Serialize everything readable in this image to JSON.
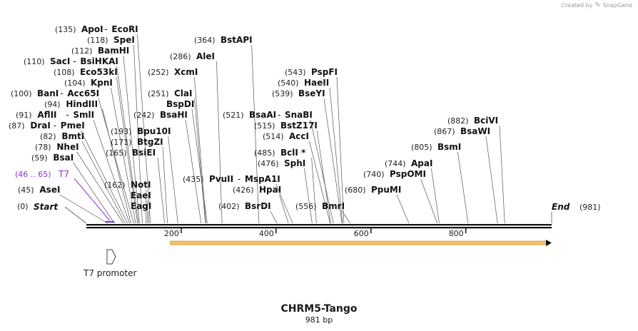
{
  "credit": {
    "prefix": "Created by",
    "brand": "SnapGene"
  },
  "map": {
    "name": "CHRM5-Tango",
    "length_label": "981 bp",
    "total_bp": 981,
    "start": {
      "pos": "(0)",
      "label": "Start"
    },
    "end": {
      "pos": "(981)",
      "label": "End"
    },
    "ruler_ticks": [
      200,
      400,
      600,
      800
    ],
    "colors": {
      "backbone": "#111111",
      "feature_t7": "#8a2be2",
      "orf_fill": "#f5c26b",
      "orf_stroke": "#c58a1c",
      "enzyme": "#111111",
      "number": "#222222",
      "leader": "#555555"
    }
  },
  "features": [
    {
      "name": "T7",
      "range": "(46 .. 65)",
      "start": 46,
      "end": 65,
      "type": "primer"
    },
    {
      "name": "T7 promoter",
      "start": 46,
      "end": 65,
      "type": "promoter"
    },
    {
      "name": "ORF",
      "start": 171,
      "end": 981,
      "type": "orf"
    }
  ],
  "enzymes": [
    {
      "pos": "(45)",
      "site": 45,
      "names": [
        "AseI"
      ]
    },
    {
      "pos": "(59)",
      "site": 59,
      "names": [
        "BsaI"
      ]
    },
    {
      "pos": "(78)",
      "site": 78,
      "names": [
        "NheI"
      ]
    },
    {
      "pos": "(82)",
      "site": 82,
      "names": [
        "BmtI"
      ]
    },
    {
      "pos": "(87)",
      "site": 87,
      "names": [
        "DraI",
        "PmeI"
      ]
    },
    {
      "pos": "(91)",
      "site": 91,
      "names": [
        "AflII",
        "SmlI"
      ]
    },
    {
      "pos": "(94)",
      "site": 94,
      "names": [
        "HindIII"
      ]
    },
    {
      "pos": "(100)",
      "site": 100,
      "names": [
        "BanI",
        "Acc65I"
      ]
    },
    {
      "pos": "(104)",
      "site": 104,
      "names": [
        "KpnI"
      ]
    },
    {
      "pos": "(108)",
      "site": 108,
      "names": [
        "Eco53kI"
      ]
    },
    {
      "pos": "(110)",
      "site": 110,
      "names": [
        "SacI",
        "BsiHKAI"
      ]
    },
    {
      "pos": "(112)",
      "site": 112,
      "names": [
        "BamHI"
      ]
    },
    {
      "pos": "(118)",
      "site": 118,
      "names": [
        "SpeI"
      ]
    },
    {
      "pos": "(135)",
      "site": 135,
      "names": [
        "ApoI",
        "EcoRI"
      ]
    },
    {
      "pos": "(162)",
      "site": 126,
      "names": [
        "NotI"
      ]
    },
    {
      "pos": "",
      "site": 129,
      "names": [
        "EaeI"
      ]
    },
    {
      "pos": "",
      "site": 132,
      "names": [
        "EagI"
      ]
    },
    {
      "pos": "(165)",
      "site": 165,
      "names": [
        "BsiEI"
      ]
    },
    {
      "pos": "(171)",
      "site": 171,
      "names": [
        "BtgZI"
      ]
    },
    {
      "pos": "(193)",
      "site": 193,
      "names": [
        "Bpu10I"
      ]
    },
    {
      "pos": "(242)",
      "site": 242,
      "names": [
        "BsaHI"
      ]
    },
    {
      "pos": "(251)",
      "site": 251,
      "names": [
        "ClaI"
      ]
    },
    {
      "pos": "",
      "site": 255,
      "names": [
        "BspDI"
      ]
    },
    {
      "pos": "(252)",
      "site": 252,
      "names": [
        "XcmI"
      ]
    },
    {
      "pos": "(286)",
      "site": 286,
      "names": [
        "AleI"
      ]
    },
    {
      "pos": "(364)",
      "site": 364,
      "names": [
        "BstAPI"
      ]
    },
    {
      "pos": "(402)",
      "site": 402,
      "names": [
        "BsrDI"
      ]
    },
    {
      "pos": "(426)",
      "site": 426,
      "names": [
        "HpaI"
      ]
    },
    {
      "pos": "(435)",
      "site": 435,
      "names": [
        "PvuII",
        "MspA1I"
      ]
    },
    {
      "pos": "(476)",
      "site": 476,
      "names": [
        "SphI"
      ]
    },
    {
      "pos": "(485)",
      "site": 485,
      "names": [
        "BclI *"
      ]
    },
    {
      "pos": "(514)",
      "site": 514,
      "names": [
        "AccI"
      ]
    },
    {
      "pos": "(515)",
      "site": 515,
      "names": [
        "BstZ17I"
      ]
    },
    {
      "pos": "(521)",
      "site": 521,
      "names": [
        "BsaAI",
        "SnaBI"
      ]
    },
    {
      "pos": "(539)",
      "site": 539,
      "names": [
        "BseYI"
      ]
    },
    {
      "pos": "(540)",
      "site": 540,
      "names": [
        "HaeII"
      ]
    },
    {
      "pos": "(543)",
      "site": 543,
      "names": [
        "PspFI"
      ]
    },
    {
      "pos": "(556)",
      "site": 556,
      "names": [
        "BmrI"
      ]
    },
    {
      "pos": "(680)",
      "site": 680,
      "names": [
        "PpuMI"
      ]
    },
    {
      "pos": "(740)",
      "site": 740,
      "names": [
        "PspOMI"
      ]
    },
    {
      "pos": "(744)",
      "site": 744,
      "names": [
        "ApaI"
      ]
    },
    {
      "pos": "(805)",
      "site": 805,
      "names": [
        "BsmI"
      ]
    },
    {
      "pos": "(867)",
      "site": 867,
      "names": [
        "BsaWI"
      ]
    },
    {
      "pos": "(882)",
      "site": 882,
      "names": [
        "BciVI"
      ]
    }
  ]
}
